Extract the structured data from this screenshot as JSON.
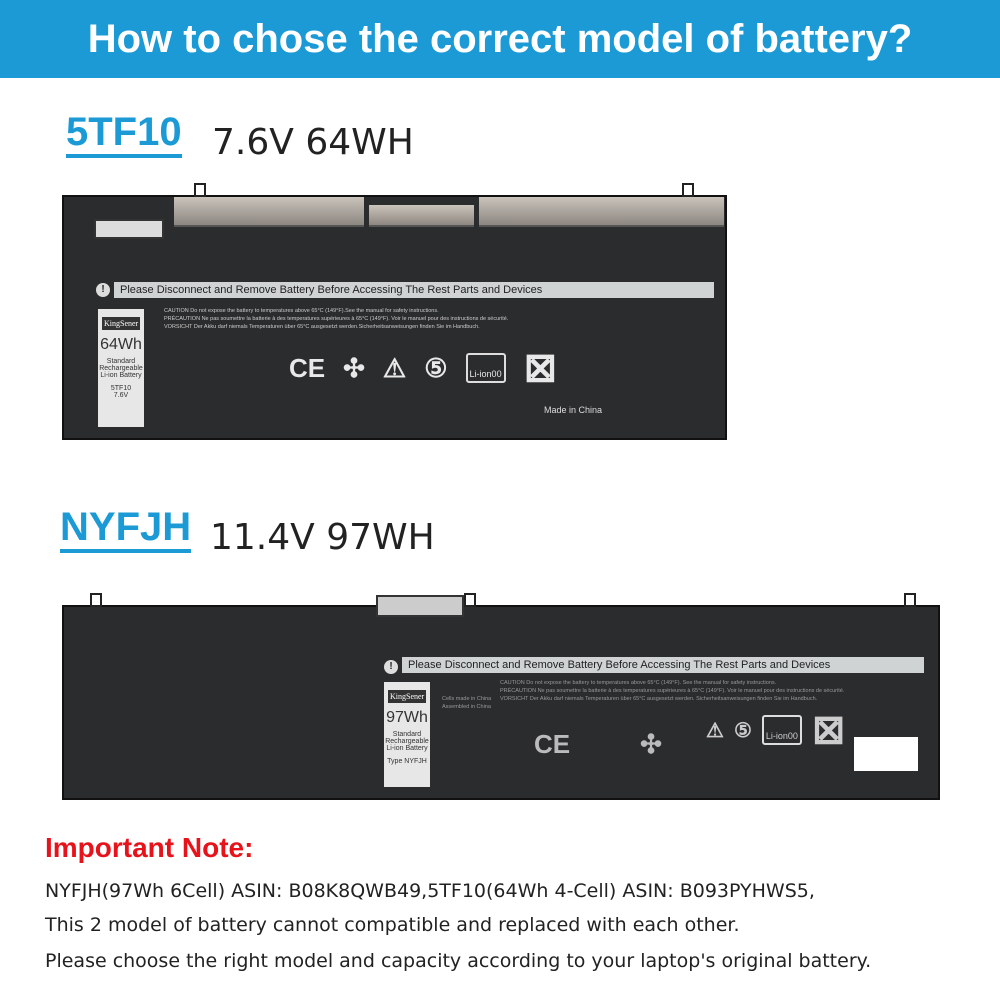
{
  "header": {
    "title": "How to chose the correct model of battery?"
  },
  "batteries": [
    {
      "model": "5TF10",
      "spec": "7.6V 64WH",
      "warning": "Please Disconnect and Remove Battery Before Accessing The Rest Parts and Devices",
      "label": {
        "brand": "KingSener",
        "capacity": "64Wh",
        "type": "Standard",
        "desc": "Rechargeable Li-ion Battery",
        "model": "5TF10",
        "voltage": "7.6V"
      },
      "caution": [
        "CAUTION Do not expose the battery to temperatures above 65°C (149°F).See the manual for safety instructions.",
        "PRÉCAUTION Ne pas soumettre la batterie à des temperatures supérieures à 65°C (149°F). Voir le manuel pour des instructions de sécurité.",
        "VORSICHT Der Akku darf niemals Temperaturen über 65°C ausgesetzt werden.Sicherheitsanweisungen finden Sie im Handbuch."
      ],
      "recycle": "Li-ion00",
      "made_in": "Made in China"
    },
    {
      "model": "NYFJH",
      "spec": "11.4V 97WH",
      "warning": "Please Disconnect and Remove Battery Before Accessing The Rest Parts and Devices",
      "label": {
        "brand": "KingSener",
        "capacity": "97Wh",
        "type": "Standard",
        "desc": "Rechargeable Li-ion Battery",
        "model": "Type NYFJH"
      },
      "caution": [
        "CAUTION Do not expose the battery to temperatures above 65°C (149°F). See the manual for safety instructions.",
        "PRÉCAUTION Ne pas soumettre la batterie à des temperatures supérieures à 65°C (149°F). Voir le manuel pour des instructions de sécurité.",
        "VORSICHT Der Akku darf niemals Temperaturen über 65°C ausgesetzt werden. Sicherheitsanweisungen finden Sie im Handbuch."
      ],
      "origin": [
        "Cells made in China",
        "Assembled in China"
      ],
      "recycle": "Li-ion00"
    }
  ],
  "note": {
    "title": "Important Note:",
    "lines": [
      "NYFJH(97Wh 6Cell) ASIN: B08K8QWB49,5TF10(64Wh 4-Cell) ASIN: B093PYHWS5,",
      "This 2 model of battery cannot compatible and replaced with each other.",
      "Please choose the right model and capacity according to your laptop's original battery."
    ]
  },
  "colors": {
    "header": "#1b9ad6",
    "note_title": "#e8131a",
    "battery": "#2b2c2e"
  }
}
